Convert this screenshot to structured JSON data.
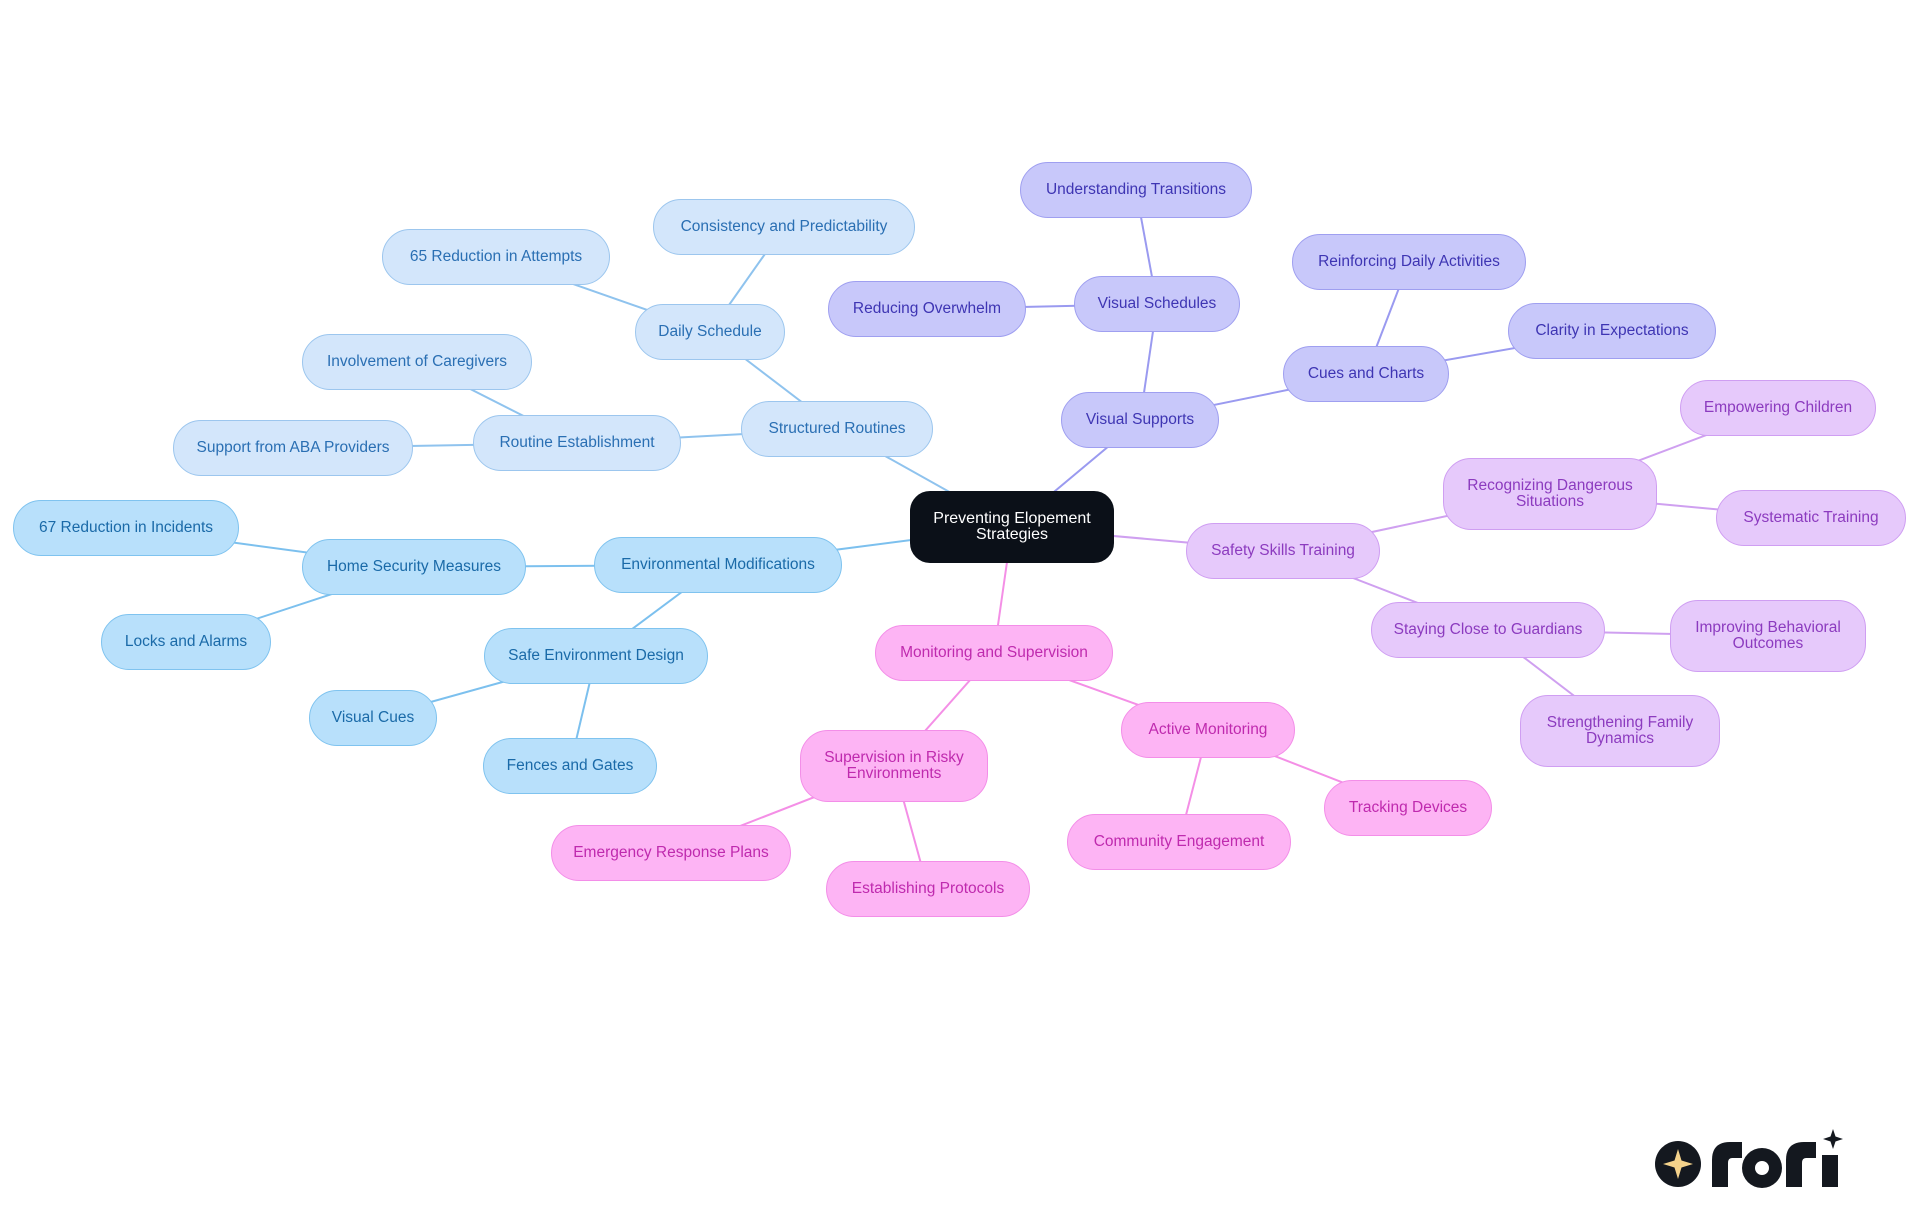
{
  "mindmap": {
    "center": {
      "id": "root",
      "label": "Preventing Elopement\nStrategies",
      "branch": "root"
    },
    "nodes": [
      {
        "id": "structured",
        "label": "Structured Routines",
        "branch": "routines",
        "parent": "root"
      },
      {
        "id": "daily",
        "label": "Daily Schedule",
        "branch": "routines",
        "parent": "structured"
      },
      {
        "id": "consistency",
        "label": "Consistency and Predictability",
        "branch": "routines",
        "parent": "daily"
      },
      {
        "id": "reduction65",
        "label": "65 Reduction in Attempts",
        "branch": "routines",
        "parent": "daily"
      },
      {
        "id": "routine_est",
        "label": "Routine Establishment",
        "branch": "routines",
        "parent": "structured"
      },
      {
        "id": "caregivers",
        "label": "Involvement of Caregivers",
        "branch": "routines",
        "parent": "routine_est"
      },
      {
        "id": "aba",
        "label": "Support from ABA Providers",
        "branch": "routines",
        "parent": "routine_est"
      },
      {
        "id": "envmod",
        "label": "Environmental Modifications",
        "branch": "environment",
        "parent": "root"
      },
      {
        "id": "homesec",
        "label": "Home Security Measures",
        "branch": "environment",
        "parent": "envmod"
      },
      {
        "id": "reduction67",
        "label": "67 Reduction in Incidents",
        "branch": "environment",
        "parent": "homesec"
      },
      {
        "id": "locks",
        "label": "Locks and Alarms",
        "branch": "environment",
        "parent": "homesec"
      },
      {
        "id": "safeenv",
        "label": "Safe Environment Design",
        "branch": "environment",
        "parent": "envmod"
      },
      {
        "id": "visualcues",
        "label": "Visual Cues",
        "branch": "environment",
        "parent": "safeenv"
      },
      {
        "id": "fences",
        "label": "Fences and Gates",
        "branch": "environment",
        "parent": "safeenv"
      },
      {
        "id": "vissupport",
        "label": "Visual Supports",
        "branch": "visual",
        "parent": "root"
      },
      {
        "id": "visschedules",
        "label": "Visual Schedules",
        "branch": "visual",
        "parent": "vissupport"
      },
      {
        "id": "transitions",
        "label": "Understanding Transitions",
        "branch": "visual",
        "parent": "visschedules"
      },
      {
        "id": "overwhelm",
        "label": "Reducing Overwhelm",
        "branch": "visual",
        "parent": "visschedules"
      },
      {
        "id": "cues",
        "label": "Cues and Charts",
        "branch": "visual",
        "parent": "vissupport"
      },
      {
        "id": "reinforcing",
        "label": "Reinforcing Daily Activities",
        "branch": "visual",
        "parent": "cues"
      },
      {
        "id": "clarity",
        "label": "Clarity in Expectations",
        "branch": "visual",
        "parent": "cues"
      },
      {
        "id": "safety",
        "label": "Safety Skills Training",
        "branch": "safety",
        "parent": "root"
      },
      {
        "id": "recognizing",
        "label": "Recognizing Dangerous\nSituations",
        "branch": "safety",
        "parent": "safety"
      },
      {
        "id": "empowering",
        "label": "Empowering Children",
        "branch": "safety",
        "parent": "recognizing"
      },
      {
        "id": "systematic",
        "label": "Systematic Training",
        "branch": "safety",
        "parent": "recognizing"
      },
      {
        "id": "staying",
        "label": "Staying Close to Guardians",
        "branch": "safety",
        "parent": "safety"
      },
      {
        "id": "improving",
        "label": "Improving Behavioral\nOutcomes",
        "branch": "safety",
        "parent": "staying"
      },
      {
        "id": "family",
        "label": "Strengthening Family\nDynamics",
        "branch": "safety",
        "parent": "staying"
      },
      {
        "id": "monitoring",
        "label": "Monitoring and Supervision",
        "branch": "monitoring",
        "parent": "root"
      },
      {
        "id": "risky",
        "label": "Supervision in Risky\nEnvironments",
        "branch": "monitoring",
        "parent": "monitoring"
      },
      {
        "id": "emergency",
        "label": "Emergency Response Plans",
        "branch": "monitoring",
        "parent": "risky"
      },
      {
        "id": "protocols",
        "label": "Establishing Protocols",
        "branch": "monitoring",
        "parent": "risky"
      },
      {
        "id": "active",
        "label": "Active Monitoring",
        "branch": "monitoring",
        "parent": "monitoring"
      },
      {
        "id": "community",
        "label": "Community Engagement",
        "branch": "monitoring",
        "parent": "active"
      },
      {
        "id": "tracking",
        "label": "Tracking Devices",
        "branch": "monitoring",
        "parent": "active"
      }
    ]
  },
  "colors": {
    "root": {
      "fill": "#0b1018",
      "border": "#0b1018",
      "text": "#ffffff",
      "edge": "#0b1018"
    },
    "routines": {
      "fill": "#d3e6fb",
      "border": "#9cc6ee",
      "text": "#2a6fb3",
      "edge": "#8fc3ee"
    },
    "environment": {
      "fill": "#b8e0fb",
      "border": "#7fc3ef",
      "text": "#1a6aa8",
      "edge": "#7cc0ee"
    },
    "visual": {
      "fill": "#c8c8fa",
      "border": "#9f9ff0",
      "text": "#3e35b3",
      "edge": "#9a9af0"
    },
    "safety": {
      "fill": "#e6c9fb",
      "border": "#cf9ef2",
      "text": "#8c3bbf",
      "edge": "#cfa0f0"
    },
    "monitoring": {
      "fill": "#fdb4f4",
      "border": "#f38ee8",
      "text": "#bf2aae",
      "edge": "#f48fe6"
    }
  },
  "logo": {
    "text": "rori",
    "icon": "sparkle-icon"
  }
}
